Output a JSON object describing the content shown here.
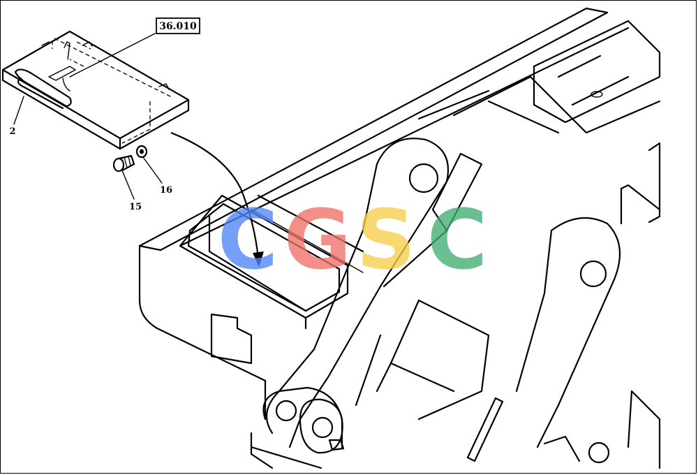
{
  "diagram": {
    "reference_box": "36.010",
    "callouts": [
      {
        "id": "item-2",
        "label": "2"
      },
      {
        "id": "item-15",
        "label": "15"
      },
      {
        "id": "item-16",
        "label": "16"
      }
    ]
  },
  "watermark": {
    "letters": [
      "C",
      "G",
      "S",
      "C"
    ],
    "colors": [
      "#4f86f7",
      "#f07068",
      "#f7cf4a",
      "#3fae72"
    ]
  }
}
